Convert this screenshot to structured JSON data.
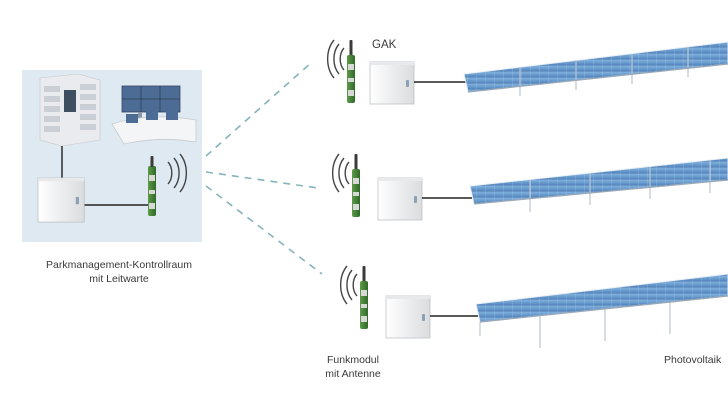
{
  "labels": {
    "control_room_line1": "Parkmanagement-Kontrollraum",
    "control_room_line2": "mit Leitwarte",
    "gak": "GAK",
    "radio_line1": "Funkmodul",
    "radio_line2": "mit Antenne",
    "photovoltaic": "Photovoltaik"
  },
  "colors": {
    "room_background": "#dfe9f2",
    "dashed_link": "#86b4bc",
    "cabinet": "#f2f3f4",
    "radio_module": "#4f8a3e",
    "solar_panel": "#5d8fc6",
    "cable": "#222222"
  },
  "icons": [
    "server-rack-icon",
    "monitor-wall-icon",
    "control-desk-icon",
    "radio-module-icon",
    "radio-waves-icon",
    "combiner-box-icon",
    "solar-panel-icon"
  ]
}
